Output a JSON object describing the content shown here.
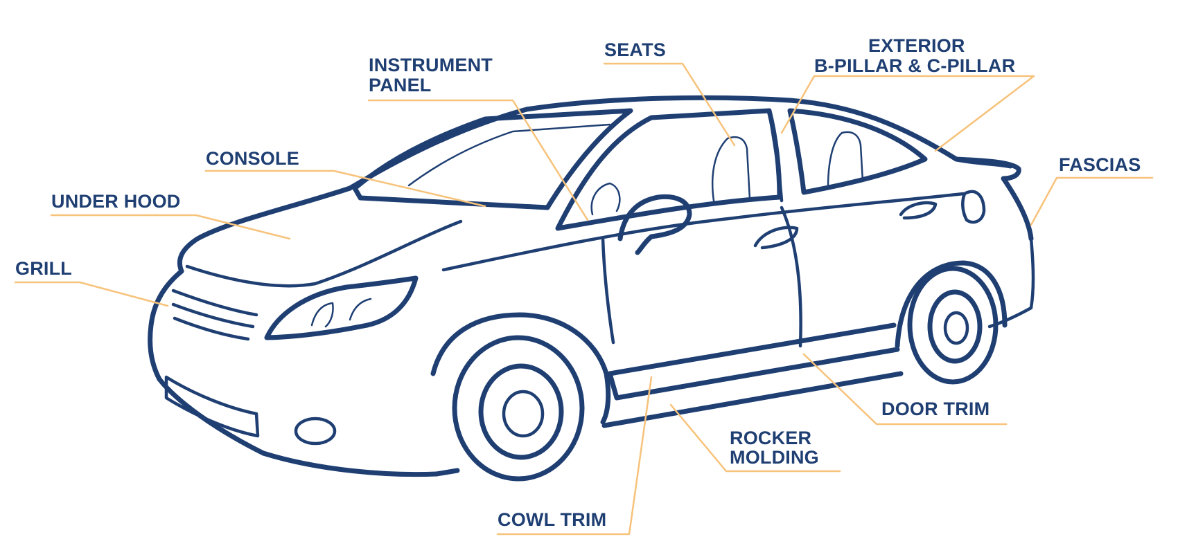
{
  "labels": {
    "instrument_panel_1": "INSTRUMENT",
    "instrument_panel_2": "PANEL",
    "seats": "SEATS",
    "exterior_1": "EXTERIOR",
    "exterior_2": "B-PILLAR & C-PILLAR",
    "console": "CONSOLE",
    "under_hood": "UNDER HOOD",
    "grill": "GRILL",
    "fascias": "FASCIAS",
    "door_trim": "DOOR TRIM",
    "rocker_molding_1": "ROCKER",
    "rocker_molding_2": "MOLDING",
    "cowl_trim": "COWL TRIM"
  },
  "colors": {
    "car_outline": "#1f3f73",
    "label_text": "#1f3f73",
    "leader_line": "#f7c27a",
    "background": "#ffffff"
  }
}
